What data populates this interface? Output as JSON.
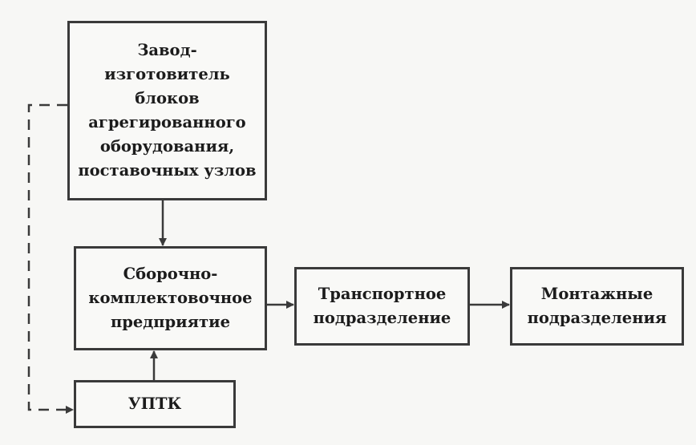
{
  "blocks": {
    "manufacturer": "Завод-\nизготовитель\nблоков\nагрегированного\nоборудования,\nпоставочных узлов",
    "assembly": "Сборочно-\nкомплектовочное\nпредприятие",
    "transport": "Транспортное\nподразделение",
    "installation": "Монтажные\nподразделения",
    "uptk": "УПТК"
  },
  "colors": {
    "line": "#3a3a3a",
    "text": "#1c1c1c",
    "background": "#f7f7f5"
  }
}
